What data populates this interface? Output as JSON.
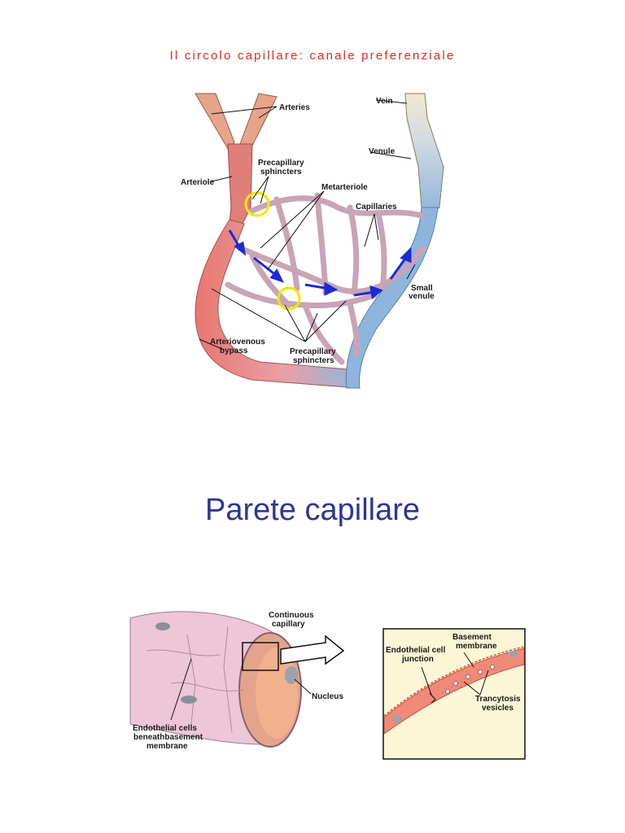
{
  "heading": "Il circolo capillare: canale preferenziale",
  "section_title": "Parete capillare",
  "figure1": {
    "labels": {
      "arteries": "Arteries",
      "vein": "Vein",
      "venule": "Venule",
      "arteriole": "Arteriole",
      "precap_top_1": "Precapillary",
      "precap_top_2": "sphincters",
      "metarteriole": "Metarteriole",
      "capillaries": "Capillaries",
      "small_venule_1": "Small",
      "small_venule_2": "venule",
      "av_bypass_1": "Arteriovenous",
      "av_bypass_2": "bypass",
      "precap_bottom_1": "Precapillary",
      "precap_bottom_2": "sphincters"
    },
    "colors": {
      "artery": "#e8776f",
      "vein": "#8eb6dc",
      "flow_arrow": "#1b2bd6",
      "highlight": "#f2e600"
    }
  },
  "figure2": {
    "labels": {
      "continuous_1": "Continuous",
      "continuous_2": "capillary",
      "nucleus": "Nucleus",
      "endo_1": "Endothelial cells",
      "endo_2": "beneathbasement",
      "endo_3": "membrane"
    }
  },
  "figure3": {
    "labels": {
      "basement_1": "Basement",
      "basement_2": "membrane",
      "junction_1": "Endothelial cell",
      "junction_2": "junction",
      "trancy_1": "Trancytosis",
      "trancy_2": "vesicles"
    }
  }
}
